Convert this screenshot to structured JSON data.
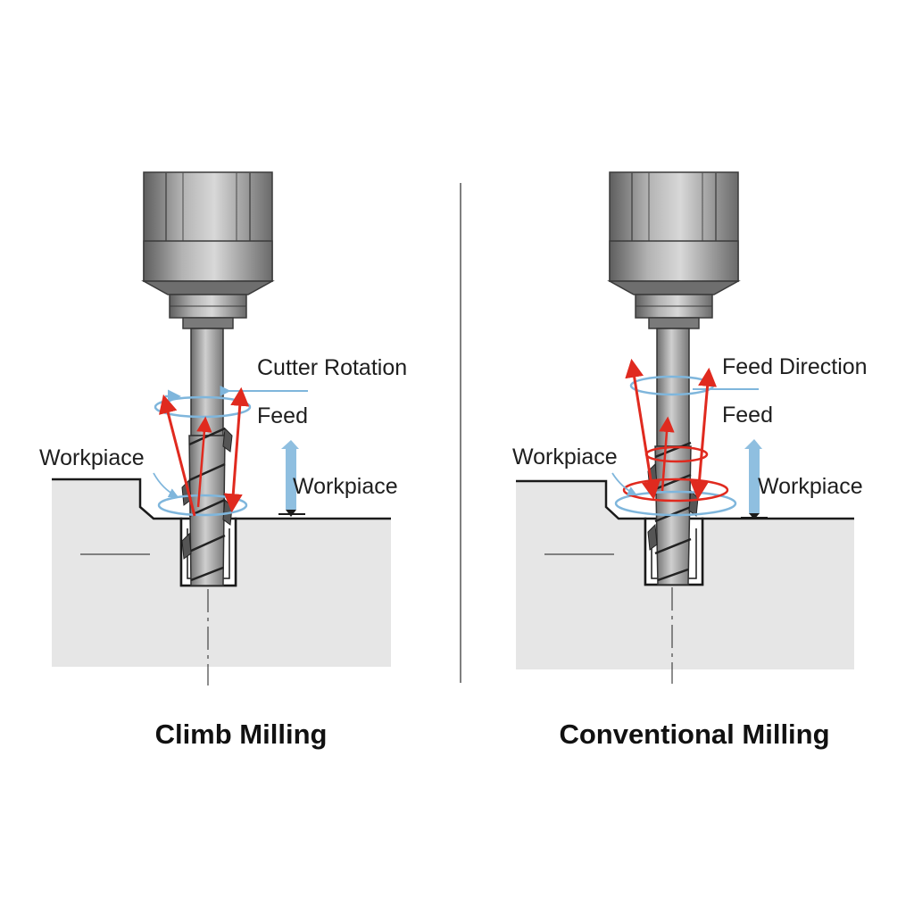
{
  "colors": {
    "background": "#ffffff",
    "workpiece_fill": "#e6e6e6",
    "outline": "#1a1a1a",
    "spindle_metal": "#8c8c8c",
    "feed_arrow": "#e02a1f",
    "rotation_arrow": "#7fb6dc",
    "workpiece_arrow": "#8fbfe0"
  },
  "climb": {
    "title": "Climb Milling",
    "label_rotation": "Cutter Rotation",
    "label_feed": "Feed",
    "label_workpiece_left": "Workpiace",
    "label_workpiece_right": "Workpiace"
  },
  "conventional": {
    "title": "Conventional Milling",
    "label_direction": "Feed Direction",
    "label_feed": "Feed",
    "label_workpiece_left": "Workpiace",
    "label_workpiece_right": "Workpiace"
  }
}
